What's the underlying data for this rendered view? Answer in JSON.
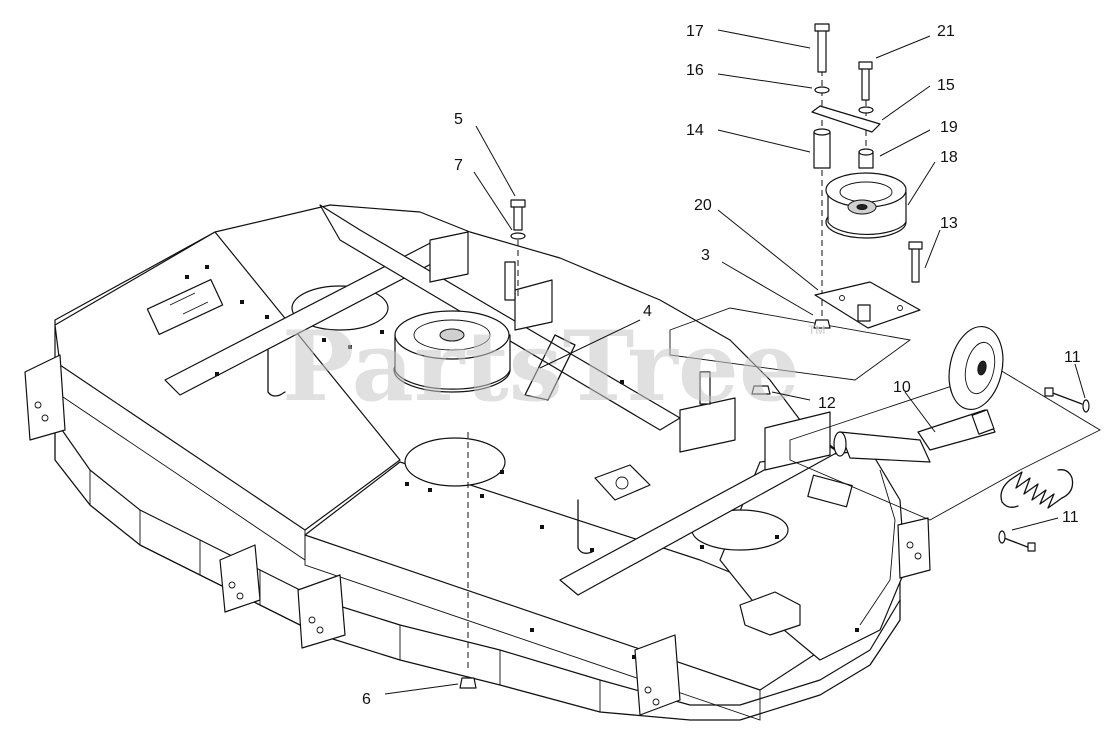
{
  "watermark": {
    "text": "PartsTree",
    "trademark": "TM"
  },
  "callouts": {
    "c17": "17",
    "c21": "21",
    "c16": "16",
    "c15": "15",
    "c14": "14",
    "c19": "19",
    "c18": "18",
    "c13": "13",
    "c20": "20",
    "c3": "3",
    "c5": "5",
    "c7": "7",
    "c4": "4",
    "c12": "12",
    "c10": "10",
    "c11a": "11",
    "c11b": "11",
    "c6": "6"
  }
}
